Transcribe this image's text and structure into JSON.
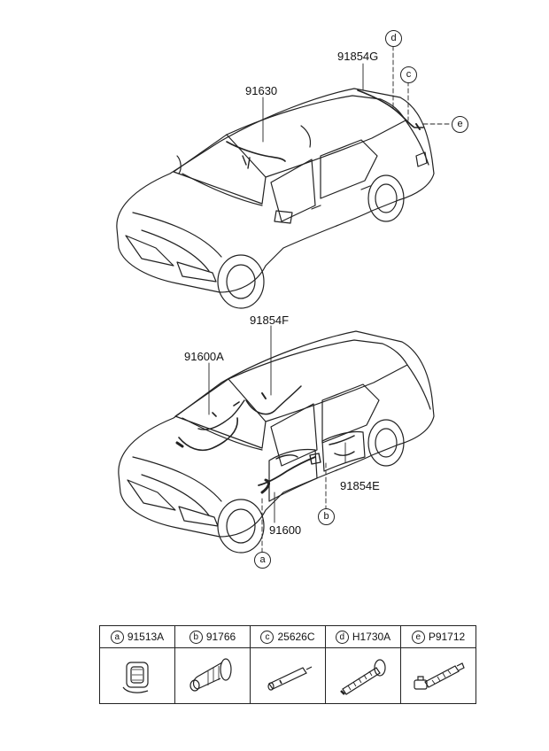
{
  "upper_car": {
    "roof_harness": "91630",
    "trunk_harness": "91854G"
  },
  "lower_car": {
    "front_harness": "91600A",
    "rear_harness_upper": "91854F",
    "rear_door_harness": "91854E",
    "floor_harness": "91600"
  },
  "callouts": [
    "a",
    "b",
    "c",
    "d",
    "e"
  ],
  "parts_table": [
    {
      "letter": "a",
      "part_no": "91513A",
      "icon": "grommet-icon"
    },
    {
      "letter": "b",
      "part_no": "91766",
      "icon": "door-grommet-icon"
    },
    {
      "letter": "c",
      "part_no": "25626C",
      "icon": "tube-icon"
    },
    {
      "letter": "d",
      "part_no": "H1730A",
      "icon": "corrugated-tube-icon"
    },
    {
      "letter": "e",
      "part_no": "P91712",
      "icon": "connector-clip-icon"
    }
  ]
}
